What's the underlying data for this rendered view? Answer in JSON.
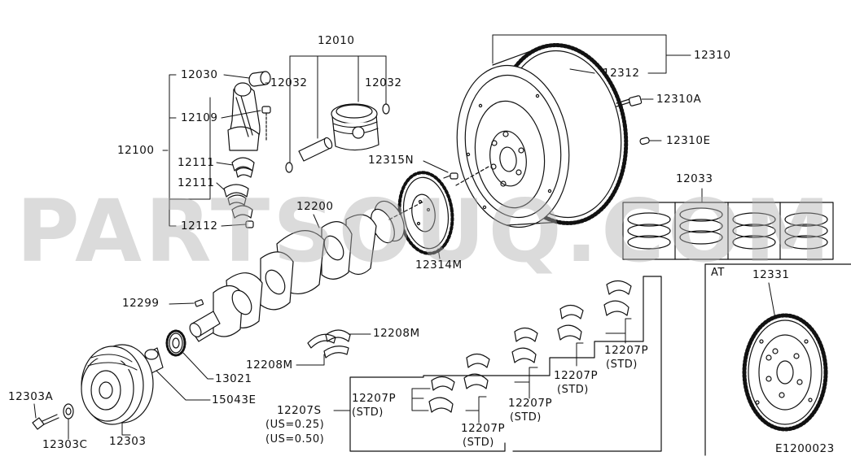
{
  "watermark": "PARTSOUQ.COM",
  "diagram_code": "E1200023",
  "section_at": "AT",
  "parts": {
    "p12010": "12010",
    "p12030": "12030",
    "p12032a": "12032",
    "p12032b": "12032",
    "p12109": "12109",
    "p12100": "12100",
    "p12111a": "12111",
    "p12111b": "12111",
    "p12112": "12112",
    "p12200": "12200",
    "p12310": "12310",
    "p12312": "12312",
    "p12310A": "12310A",
    "p12310E": "12310E",
    "p12315N": "12315N",
    "p12314M": "12314M",
    "p12033": "12033",
    "p12331": "12331",
    "p12299": "12299",
    "p12208Ma": "12208M",
    "p12208Mb": "12208M",
    "p13021": "13021",
    "p15043E": "15043E",
    "p12303A": "12303A",
    "p12303C": "12303C",
    "p12303": "12303",
    "p12207S": "12207S",
    "us025": "(US=0.25)",
    "us050": "(US=0.50)",
    "p12207Pa": "12207P",
    "std_a": "(STD)",
    "p12207Pb": "12207P",
    "std_b": "(STD)",
    "p12207Pc": "12207P",
    "std_c": "(STD)",
    "p12207Pd": "12207P",
    "std_d": "(STD)",
    "p12207Pe": "12207P",
    "std_e": "(STD)"
  }
}
